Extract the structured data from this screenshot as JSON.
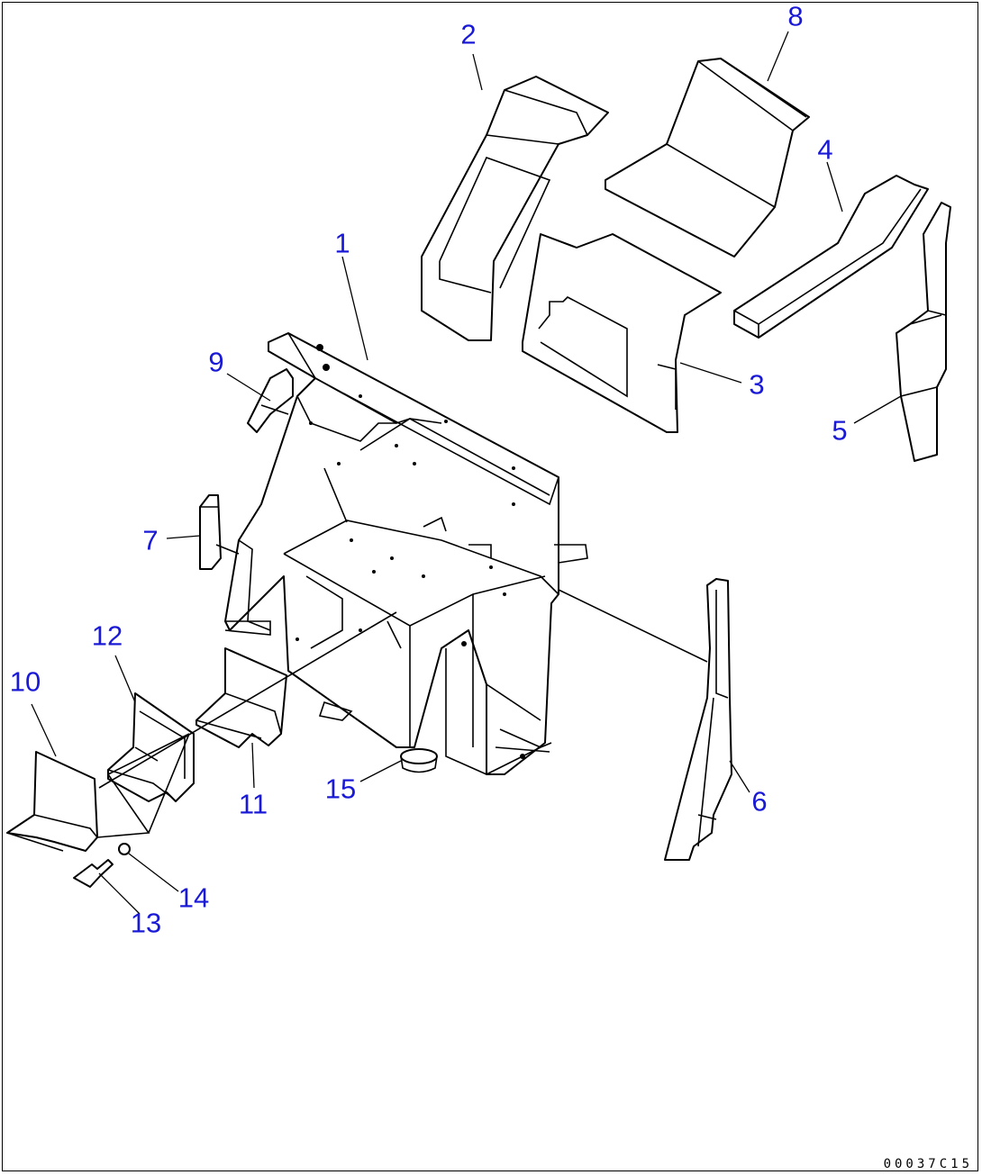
{
  "callouts": {
    "c1": "1",
    "c2": "2",
    "c3": "3",
    "c4": "4",
    "c5": "5",
    "c6": "6",
    "c7": "7",
    "c8": "8",
    "c9": "9",
    "c10": "10",
    "c11": "11",
    "c12": "12",
    "c13": "13",
    "c14": "14",
    "c15": "15"
  },
  "drawing_code": "00037C15",
  "colors": {
    "callout": "#1a1ad6",
    "line": "#000000",
    "background": "#ffffff"
  }
}
